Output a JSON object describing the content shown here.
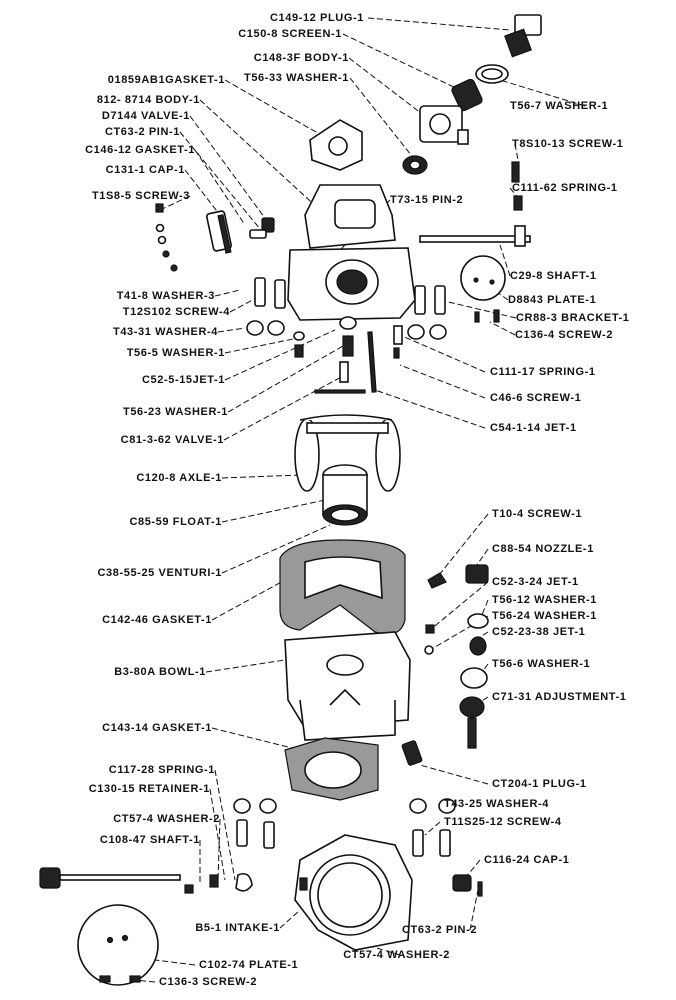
{
  "labels": {
    "l1": "C149-12 PLUG-1",
    "l2": "C150-8 SCREEN-1",
    "l3": "C148-3F BODY-1",
    "l4": "T56-33 WASHER-1",
    "l5": "01859AB1GASKET-1",
    "l6": "T56-7 WASHER-1",
    "l7": "812- 8714 BODY-1",
    "l8": "D7144 VALVE-1",
    "l9": "CT63-2 PIN-1",
    "l10": "C146-12 GASKET-1",
    "l11": "T8S10-13 SCREW-1",
    "l12": "C131-1 CAP-1",
    "l13": "C111-62 SPRING-1",
    "l14": "T1S8-5 SCREW-3",
    "l15": "T73-15 PIN-2",
    "l16": "C29-8 SHAFT-1",
    "l17": "D8843 PLATE-1",
    "l18": "T41-8 WASHER-3",
    "l19": "T12S102 SCREW-4",
    "l20": "CR88-3 BRACKET-1",
    "l21": "T43-31 WASHER-4",
    "l22": "C136-4 SCREW-2",
    "l23": "T56-5 WASHER-1",
    "l24": "C52-5-15JET-1",
    "l25": "C111-17 SPRING-1",
    "l26": "C46-6 SCREW-1",
    "l27": "T56-23 WASHER-1",
    "l28": "C81-3-62 VALVE-1",
    "l29": "C54-1-14 JET-1",
    "l30": "C120-8 AXLE-1",
    "l31": "C85-59 FLOAT-1",
    "l32": "T10-4 SCREW-1",
    "l33": "C88-54 NOZZLE-1",
    "l34": "C38-55-25 VENTURI-1",
    "l35": "C52-3-24 JET-1",
    "l36": "C142-46 GASKET-1",
    "l37": "T56-12 WASHER-1",
    "l38": "T56-24 WASHER-1",
    "l39": "C52-23-38 JET-1",
    "l40": "B3-80A BOWL-1",
    "l41": "T56-6 WASHER-1",
    "l42": "C71-31 ADJUSTMENT-1",
    "l43": "C143-14 GASKET-1",
    "l44": "CT204-1 PLUG-1",
    "l45": "C117-28 SPRING-1",
    "l46": "C130-15 RETAINER-1",
    "l47": "T43-25 WASHER-4",
    "l48": "CT57-4 WASHER-2",
    "l49": "T11S25-12 SCREW-4",
    "l50": "C108-47 SHAFT-1",
    "l51": "C116-24 CAP-1",
    "l52": "B5-1 INTAKE-1",
    "l53": "CT63-2 PIN-2",
    "l54": "CT57-4 WASHER-2",
    "l55": "C102-74 PLATE-1",
    "l56": "C136-3 SCREW-2"
  }
}
